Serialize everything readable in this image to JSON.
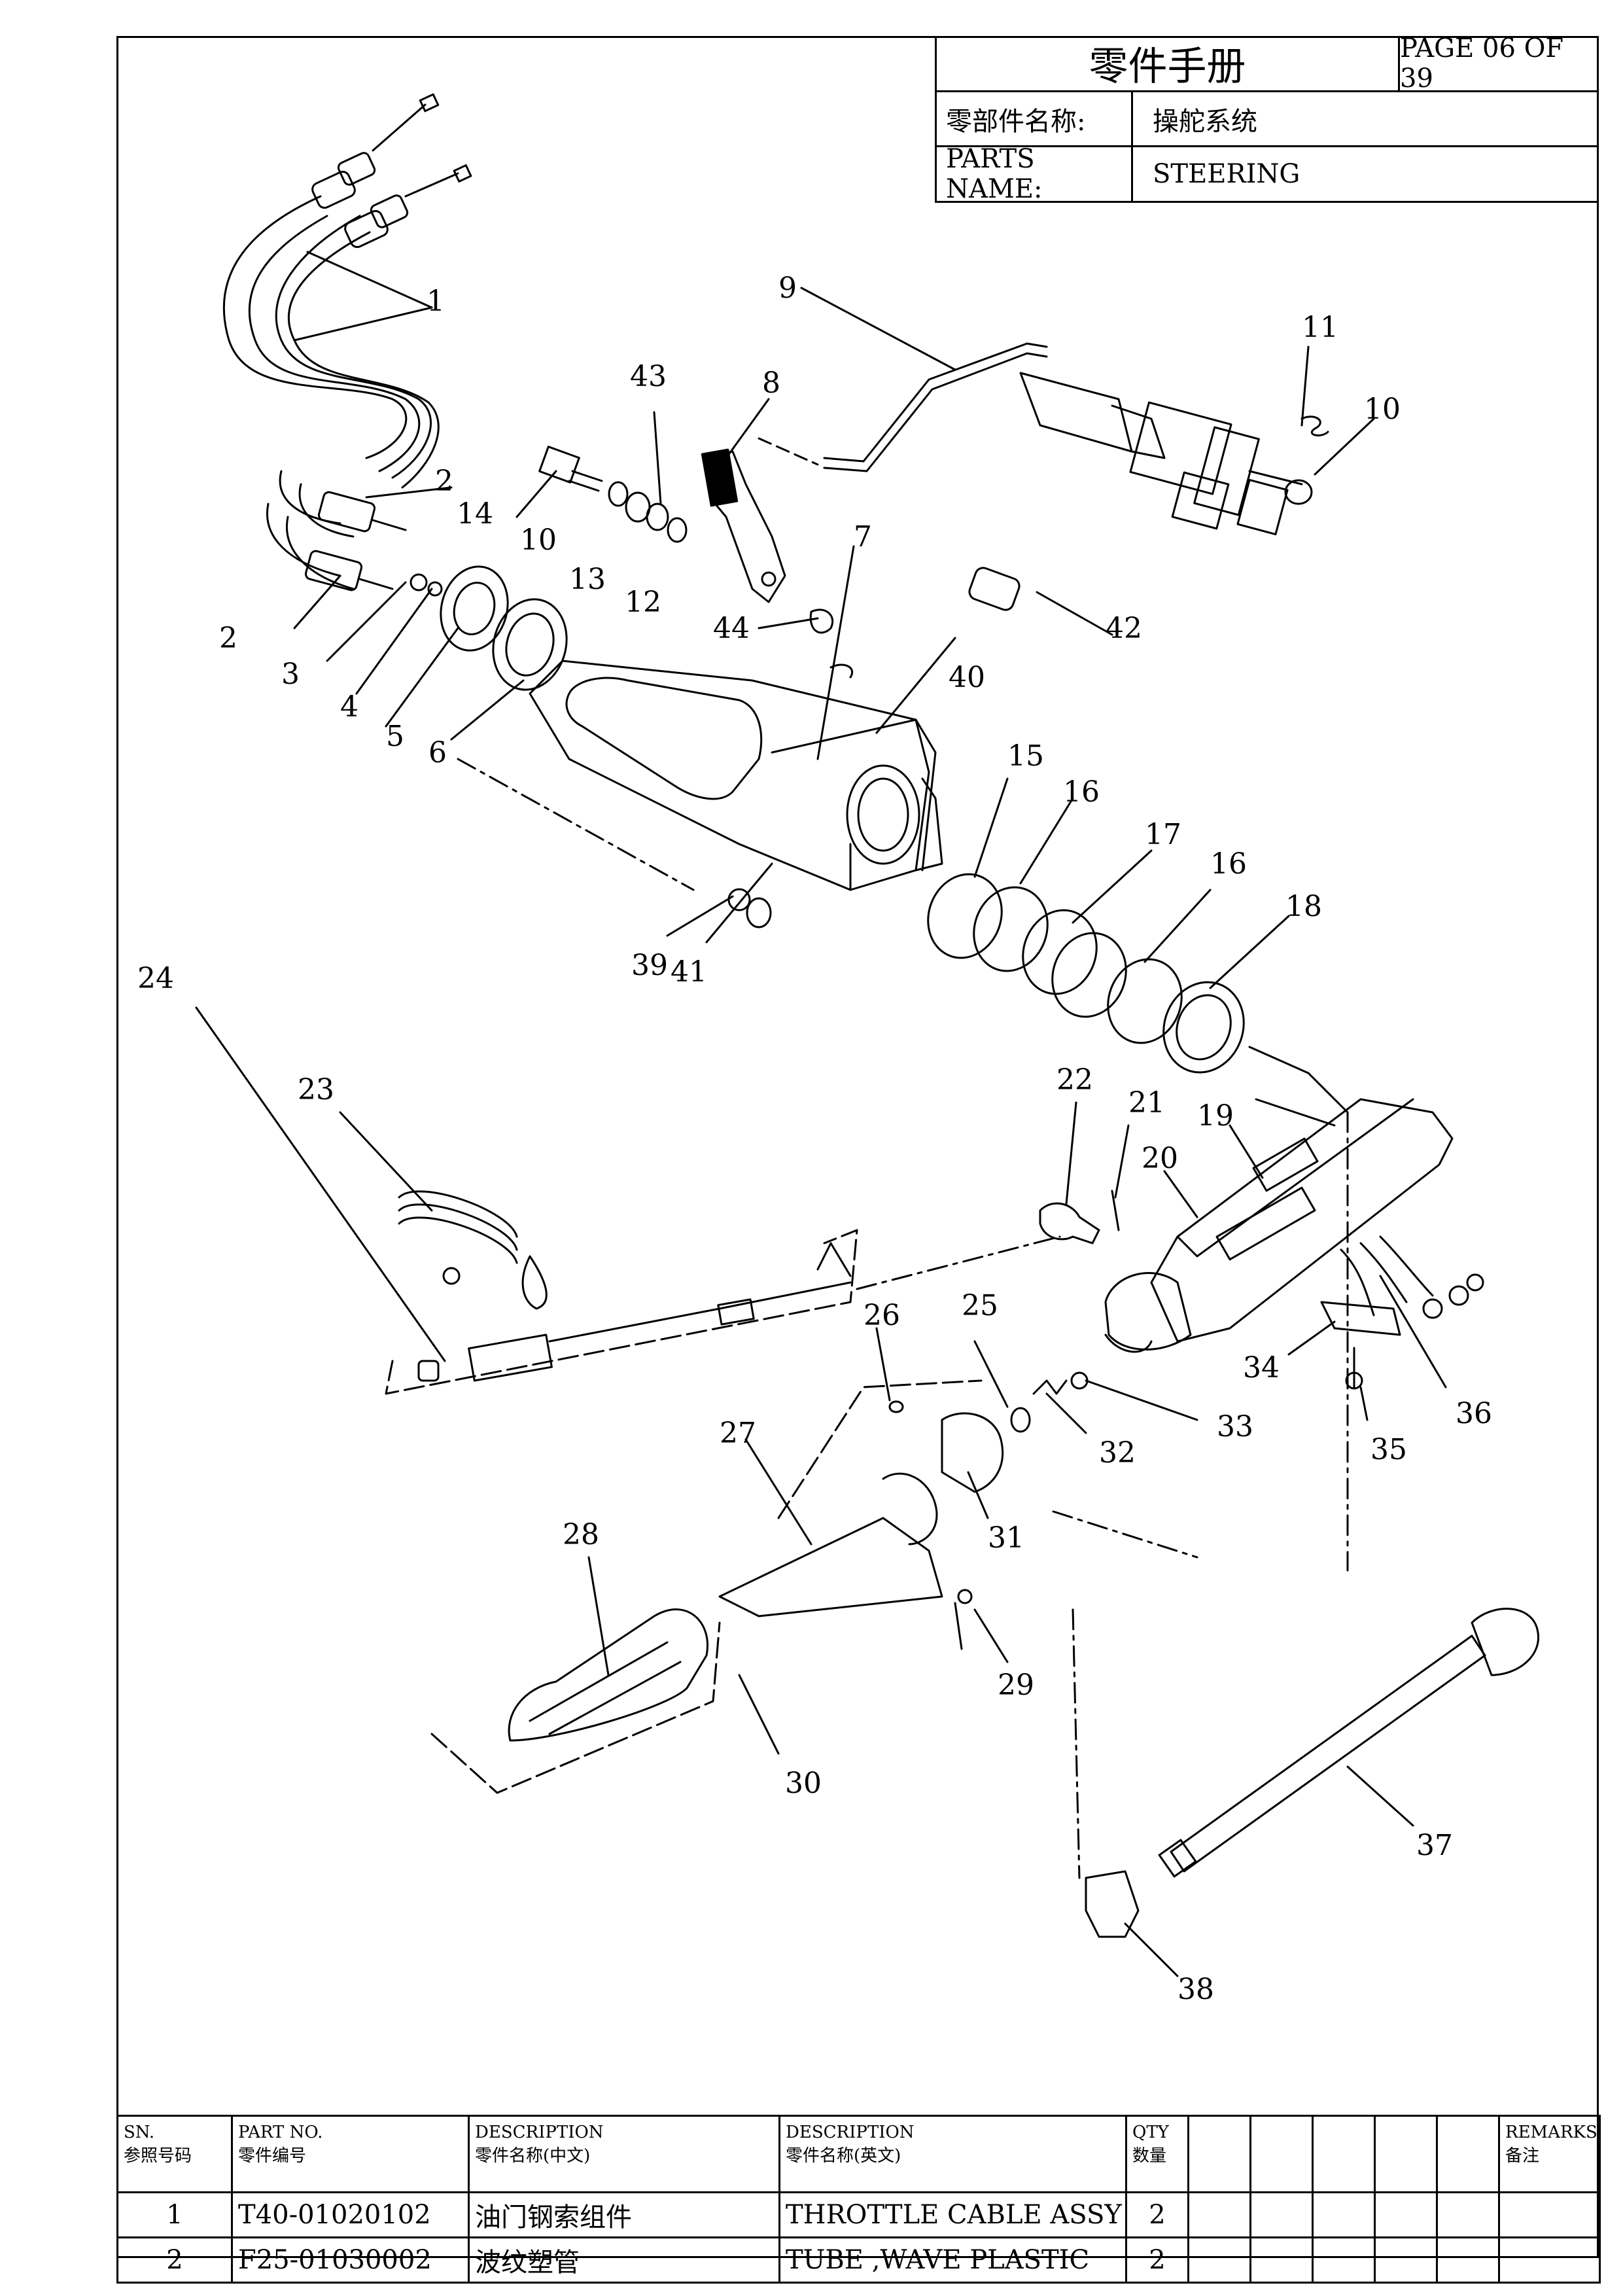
{
  "header": {
    "title": "零件手册",
    "page": "PAGE 06 OF 39",
    "name_label_cn": "零部件名称:",
    "name_value_cn": "操舵系统",
    "name_label_en": "PARTS NAME:",
    "name_value_en": "STEERING"
  },
  "diagram": {
    "callouts": [
      "1",
      "2",
      "14",
      "43",
      "8",
      "9",
      "11",
      "10",
      "10",
      "13",
      "12",
      "2",
      "3",
      "4",
      "5",
      "6",
      "7",
      "44",
      "42",
      "40",
      "15",
      "16",
      "17",
      "16",
      "18",
      "39",
      "41",
      "24",
      "23",
      "22",
      "21",
      "19",
      "20",
      "26",
      "25",
      "27",
      "33",
      "32",
      "34",
      "36",
      "35",
      "31",
      "28",
      "29",
      "30",
      "37",
      "38"
    ]
  },
  "table": {
    "headers": {
      "sn_en": "SN.",
      "sn_cn": "参照号码",
      "part_en": "PART NO.",
      "part_cn": "零件编号",
      "desc_cn_en": "DESCRIPTION",
      "desc_cn_cn": "零件名称(中文)",
      "desc_en_en": "DESCRIPTION",
      "desc_en_cn": "零件名称(英文)",
      "qty_en": "QTY",
      "qty_cn": "数量",
      "remarks_en": "REMARKS",
      "remarks_cn": "备注"
    },
    "rows": [
      {
        "sn": "1",
        "part_no": "T40-01020102",
        "desc_cn": "油门钢索组件",
        "desc_en": "THROTTLE CABLE ASSY",
        "qty": "2",
        "remarks": ""
      },
      {
        "sn": "2",
        "part_no": "F25-01030002",
        "desc_cn": "波纹塑管",
        "desc_en": "TUBE ,WAVE PLASTIC",
        "qty": "2",
        "remarks": ""
      }
    ]
  }
}
